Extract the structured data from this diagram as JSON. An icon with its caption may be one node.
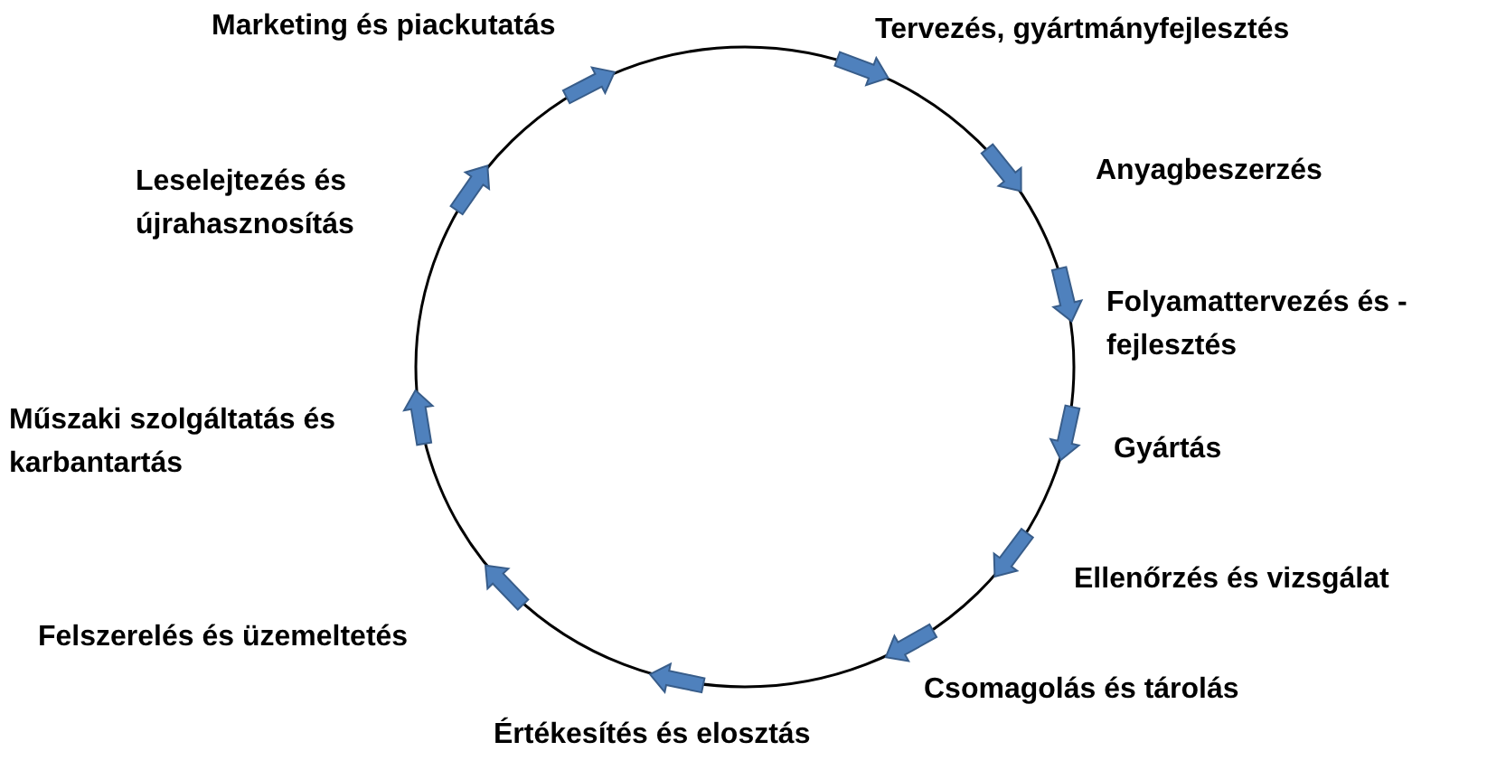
{
  "diagram": {
    "labels": [
      "Marketing és piackutatás",
      "Tervezés, gyártmányfejlesztés",
      "Anyagbeszerzés",
      "Folyamattervezés és -fejlesztés",
      "Gyártás",
      "Ellenőrzés és vizsgálat",
      "Csomagolás és tárolás",
      "Értékesítés és elosztás",
      "Felszerelés és üzemeltetés",
      "Műszaki szolgáltatás és karbantartás",
      "Leselejtezés és újrahasznosítás"
    ]
  }
}
